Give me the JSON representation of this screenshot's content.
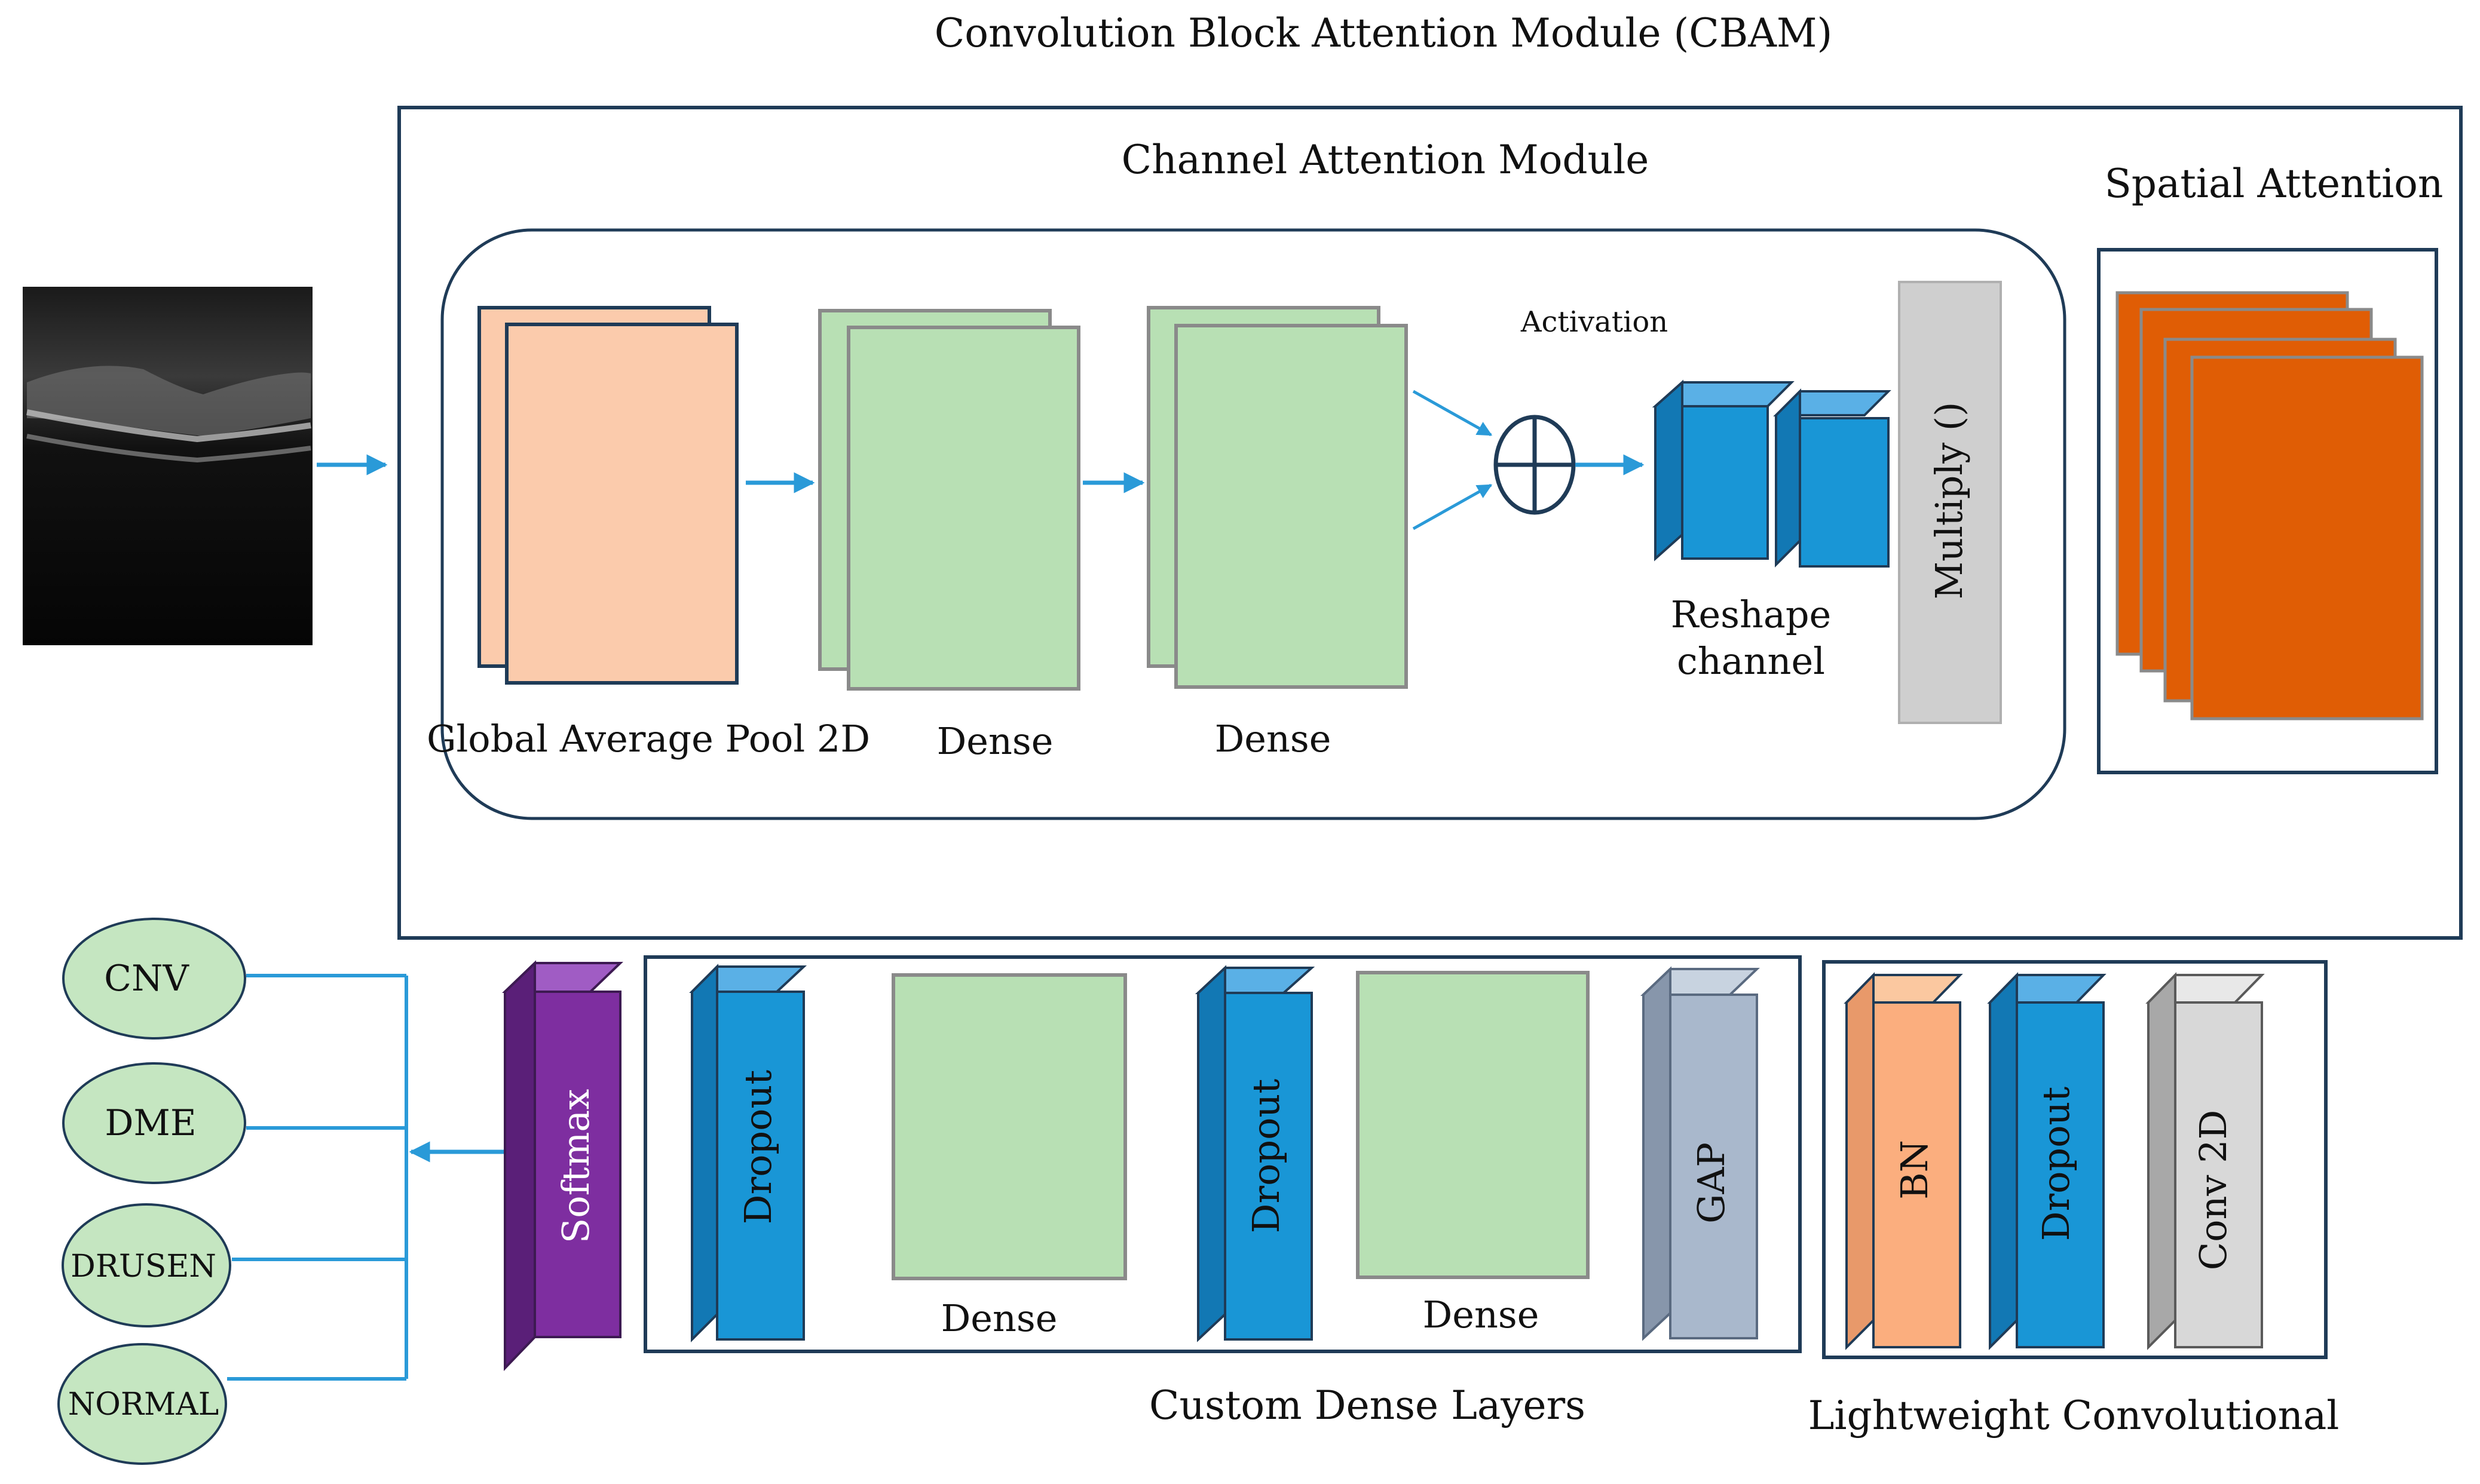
{
  "diagram": {
    "title": "Convolution Block Attention Module (CBAM)",
    "channel_attention": {
      "title": "Channel Attention Module",
      "gap_label": "Global Average Pool 2D",
      "dense1_label": "Dense",
      "dense2_label": "Dense",
      "activation_label": "Activation",
      "reshape_label_line1": "Reshape",
      "reshape_label_line2": "channel",
      "multiply_label": "Multiply ()"
    },
    "spatial_attention": {
      "title": "Spatial Attention"
    },
    "lightweight_conv": {
      "title": "Lightweight Convolutional",
      "bn_label": "BN",
      "dropout_label": "Dropout",
      "conv_label": "Conv 2D"
    },
    "custom_dense": {
      "title": "Custom Dense Layers",
      "gap_label": "GAP",
      "dense_a_label": "Dense",
      "dropout_a_label": "Dropout",
      "dense_b_label": "Dense",
      "dropout_b_label": "Dropout"
    },
    "softmax_label": "Softmax",
    "outputs": [
      "CNV",
      "DME",
      "DRUSEN",
      "NORMAL"
    ],
    "colors": {
      "frame": "#1f3b57",
      "arrow": "#2a9ad8",
      "peach": "#fbcbac",
      "green": "#b8e0b4",
      "blue": "#1996d6",
      "orange": "#e05d05",
      "purple": "#7e2ea0",
      "gray": "#cfcfcf",
      "steel": "#a9b8cc",
      "oval": "#c5e6c1"
    }
  }
}
